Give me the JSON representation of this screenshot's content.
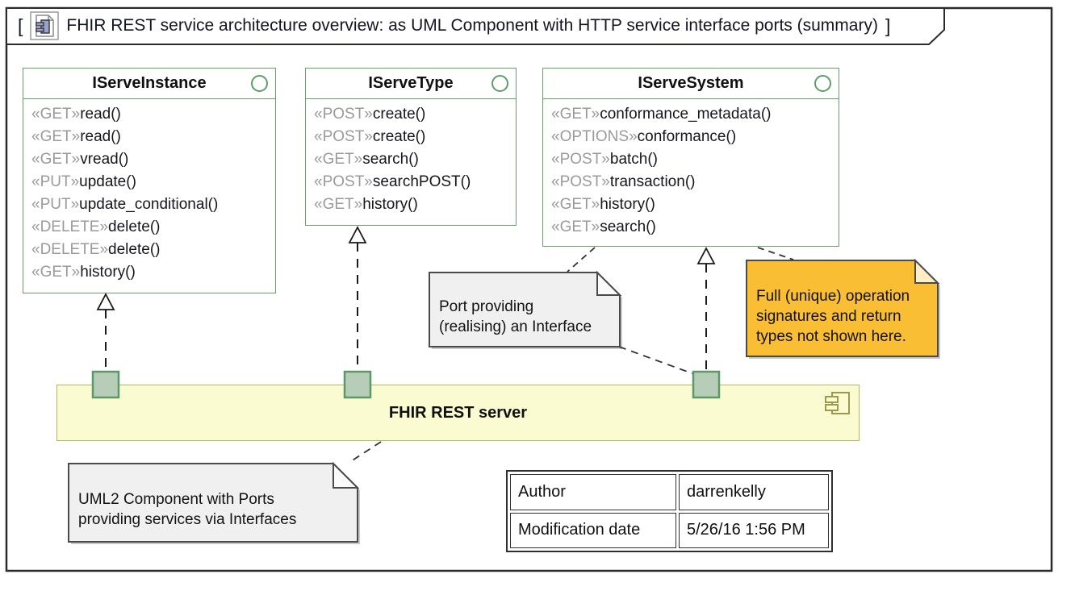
{
  "frame": {
    "open_bracket": "[",
    "close_bracket": "]",
    "title": "FHIR REST service architecture overview: as UML Component with HTTP service interface ports (summary)"
  },
  "interfaces": [
    {
      "name": "IServeInstance",
      "ops": [
        {
          "s": "«GET»",
          "m": "read()"
        },
        {
          "s": "«GET»",
          "m": "read()"
        },
        {
          "s": "«GET»",
          "m": "vread()"
        },
        {
          "s": "«PUT»",
          "m": "update()"
        },
        {
          "s": "«PUT»",
          "m": "update_conditional()"
        },
        {
          "s": "«DELETE»",
          "m": "delete()"
        },
        {
          "s": "«DELETE»",
          "m": "delete()"
        },
        {
          "s": "«GET»",
          "m": "history()"
        }
      ]
    },
    {
      "name": "IServeType",
      "ops": [
        {
          "s": "«POST»",
          "m": "create()"
        },
        {
          "s": "«POST»",
          "m": "create()"
        },
        {
          "s": "«GET»",
          "m": "search()"
        },
        {
          "s": "«POST»",
          "m": "searchPOST()"
        },
        {
          "s": "«GET»",
          "m": "history()"
        }
      ]
    },
    {
      "name": "IServeSystem",
      "ops": [
        {
          "s": "«GET»",
          "m": "conformance_metadata()"
        },
        {
          "s": "«OPTIONS»",
          "m": "conformance()"
        },
        {
          "s": "«POST»",
          "m": "batch()"
        },
        {
          "s": "«POST»",
          "m": "transaction()"
        },
        {
          "s": "«GET»",
          "m": "history()"
        },
        {
          "s": "«GET»",
          "m": "search()"
        }
      ]
    }
  ],
  "component": {
    "label": "FHIR REST server"
  },
  "notes": {
    "port_note": "Port providing\n(realising) an Interface",
    "signature_note": "Full (unique) operation\nsignatures and return\ntypes not shown here.",
    "component_note": "UML2 Component with Ports\nproviding services via Interfaces"
  },
  "info_table": {
    "rows": [
      {
        "label": "Author",
        "value": "darrenkelly"
      },
      {
        "label": "Modification date",
        "value": "5/26/16 1:56 PM"
      }
    ]
  },
  "icons": {
    "frame_icon": "component-diagram-icon",
    "interface_icon": "lollipop-interface-icon",
    "component_icon": "uml-component-icon"
  },
  "colors": {
    "interface_border": "#6b9e6b",
    "stereotype_gray": "#9a9a9a",
    "component_fill": "#fbfbd2",
    "component_border": "#b5b565",
    "port_fill": "#b7cdb7",
    "port_border": "#5c9868",
    "note_gray_fill": "#f0f0f0",
    "note_orange_fill": "#f9be33",
    "frame_border": "#2b2b2b"
  }
}
